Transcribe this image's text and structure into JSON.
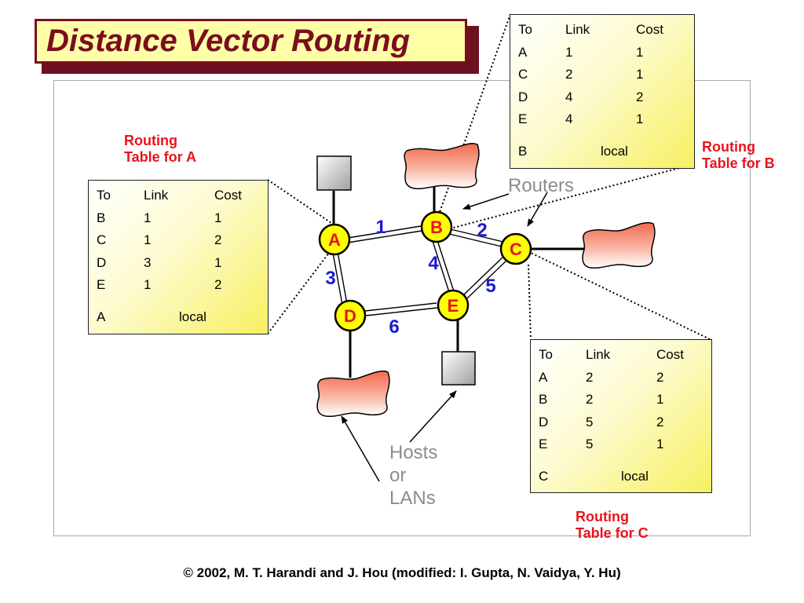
{
  "title": "Distance Vector Routing",
  "footer": "© 2002, M. T. Harandi and J. Hou (modified: I. Gupta, N. Vaidya, Y. Hu)",
  "labels": {
    "routing_table_a": "Routing\nTable for A",
    "routing_table_b": "Routing\nTable for B",
    "routing_table_c": "Routing\nTable for C",
    "routers": "Routers",
    "hosts": "Hosts\nor\nLANs"
  },
  "table_headers": {
    "to": "To",
    "link": "Link",
    "cost": "Cost"
  },
  "tables": {
    "a": {
      "rows": [
        [
          "B",
          "1",
          "1"
        ],
        [
          "C",
          "1",
          "2"
        ],
        [
          "D",
          "3",
          "1"
        ],
        [
          "E",
          "1",
          "2"
        ]
      ],
      "self": "A",
      "local": "local"
    },
    "b": {
      "rows": [
        [
          "A",
          "1",
          "1"
        ],
        [
          "C",
          "2",
          "1"
        ],
        [
          "D",
          "4",
          "2"
        ],
        [
          "E",
          "4",
          "1"
        ]
      ],
      "self": "B",
      "local": "local"
    },
    "c": {
      "rows": [
        [
          "A",
          "2",
          "2"
        ],
        [
          "B",
          "2",
          "1"
        ],
        [
          "D",
          "5",
          "2"
        ],
        [
          "E",
          "5",
          "1"
        ]
      ],
      "self": "C",
      "local": "local"
    }
  },
  "routers": [
    "A",
    "B",
    "C",
    "D",
    "E"
  ],
  "links": [
    {
      "id": "1",
      "from": "A",
      "to": "B"
    },
    {
      "id": "2",
      "from": "B",
      "to": "C"
    },
    {
      "id": "3",
      "from": "A",
      "to": "D"
    },
    {
      "id": "4",
      "from": "B",
      "to": "E"
    },
    {
      "id": "5",
      "from": "C",
      "to": "E"
    },
    {
      "id": "6",
      "from": "D",
      "to": "E"
    }
  ],
  "colors": {
    "title": "#7a0e1e",
    "title_bg": "#ffffa8",
    "router": "#ffff00",
    "link_label": "#1a1ad0",
    "router_label": "#e8141e",
    "annotation": "#e8141e",
    "callout": "#8c8c8c"
  }
}
